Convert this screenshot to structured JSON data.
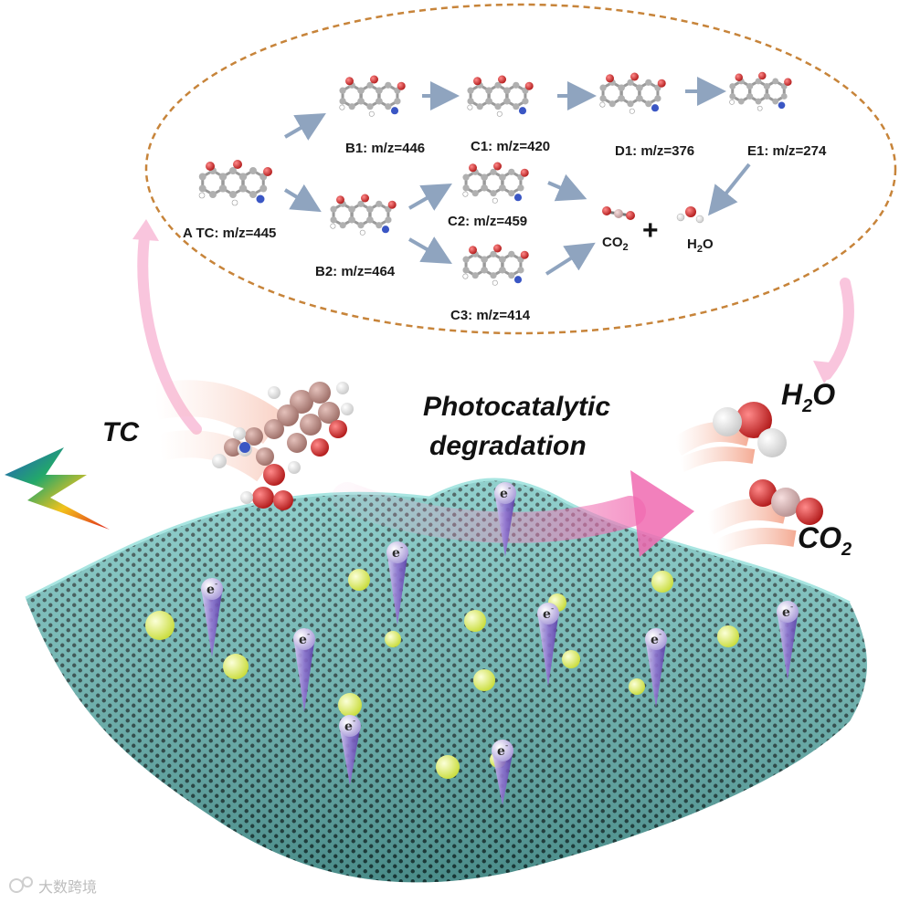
{
  "pathway": {
    "A": "A TC: m/z=445",
    "B1": "B1: m/z=446",
    "B2": "B2: m/z=464",
    "C1": "C1: m/z=420",
    "C2": "C2: m/z=459",
    "C3": "C3: m/z=414",
    "D1": "D1: m/z=376",
    "E1": "E1: m/z=274",
    "co2": "CO",
    "co2_sub": "2",
    "plus": "+",
    "h2o": "H",
    "h2o_sub": "2",
    "h2o_tail": "O"
  },
  "scene": {
    "tc": "TC",
    "process_line1": "Photocatalytic",
    "process_line2": "degradation",
    "h2o": "H",
    "h2o_sub": "2",
    "h2o_tail": "O",
    "co2": "CO",
    "co2_sub": "2",
    "electron": "e"
  },
  "watermark": "大数跨境",
  "colors": {
    "ellipse_border": "#c7843a",
    "arrow": "#8fa4bf",
    "sheet": "#7fc9c6",
    "pink": "#f06ab0",
    "electron": "#a48ed4",
    "particle": "#e8f58a"
  }
}
